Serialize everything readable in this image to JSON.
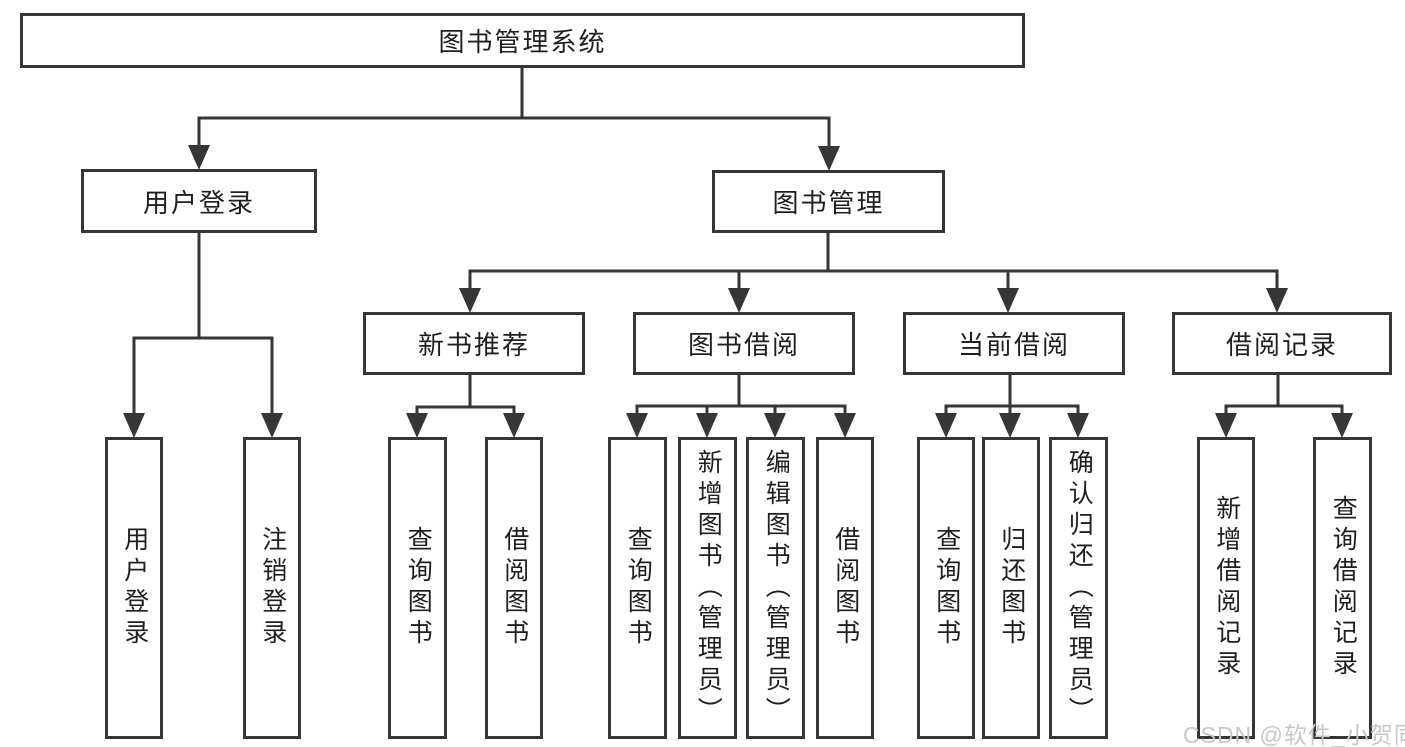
{
  "diagram_title": "图书管理系统",
  "watermark": "CSDN @软件_小贺同学",
  "colors": {
    "line": "#363636",
    "text": "#1f1f1f",
    "watermark": "#c8c8c8",
    "background": "#ffffff"
  },
  "tree": {
    "root": {
      "label": "图书管理系统",
      "children": [
        {
          "label": "用户登录",
          "children": [
            {
              "label": "用户登录"
            },
            {
              "label": "注销登录"
            }
          ]
        },
        {
          "label": "图书管理",
          "children": [
            {
              "label": "新书推荐",
              "children": [
                {
                  "label": "查询图书"
                },
                {
                  "label": "借阅图书"
                }
              ]
            },
            {
              "label": "图书借阅",
              "children": [
                {
                  "label": "查询图书"
                },
                {
                  "label": "新增图书（管理员）"
                },
                {
                  "label": "编辑图书（管理员）"
                },
                {
                  "label": "借阅图书"
                }
              ]
            },
            {
              "label": "当前借阅",
              "children": [
                {
                  "label": "查询图书"
                },
                {
                  "label": "归还图书"
                },
                {
                  "label": "确认归还（管理员）"
                }
              ]
            },
            {
              "label": "借阅记录",
              "children": [
                {
                  "label": "新增借阅记录"
                },
                {
                  "label": "查询借阅记录"
                }
              ]
            }
          ]
        }
      ]
    }
  }
}
